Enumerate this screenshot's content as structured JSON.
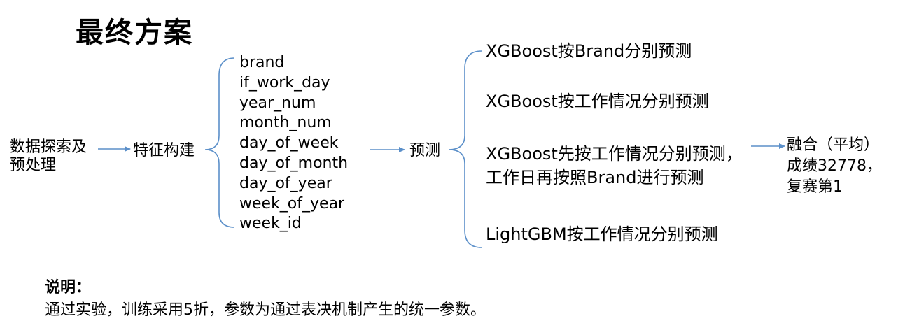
{
  "title": "最终方案",
  "nodes": {
    "explore": [
      "数据探索及",
      "预处理"
    ],
    "feature": "特征构建",
    "predict": "预测",
    "fusion": [
      "融合（平均）",
      "成绩32778，",
      "复赛第1"
    ]
  },
  "features": [
    "brand",
    "if_work_day",
    "year_num",
    "month_num",
    "day_of_week",
    "day_of_month",
    "day_of_year",
    "week_of_year",
    "week_id"
  ],
  "methods": [
    [
      "XGBoost按Brand分别预测"
    ],
    [
      "XGBoost按工作情况分别预测"
    ],
    [
      "XGBoost先按工作情况分别预测，",
      "工作日再按照Brand进行预测"
    ],
    [
      "LightGBM按工作情况分别预测"
    ]
  ],
  "note": {
    "heading": "说明：",
    "body": "通过实验，训练采用5折，参数为通过表决机制产生的统一参数。"
  },
  "colors": {
    "connector": "#5b8fc9",
    "text": "#000000"
  }
}
